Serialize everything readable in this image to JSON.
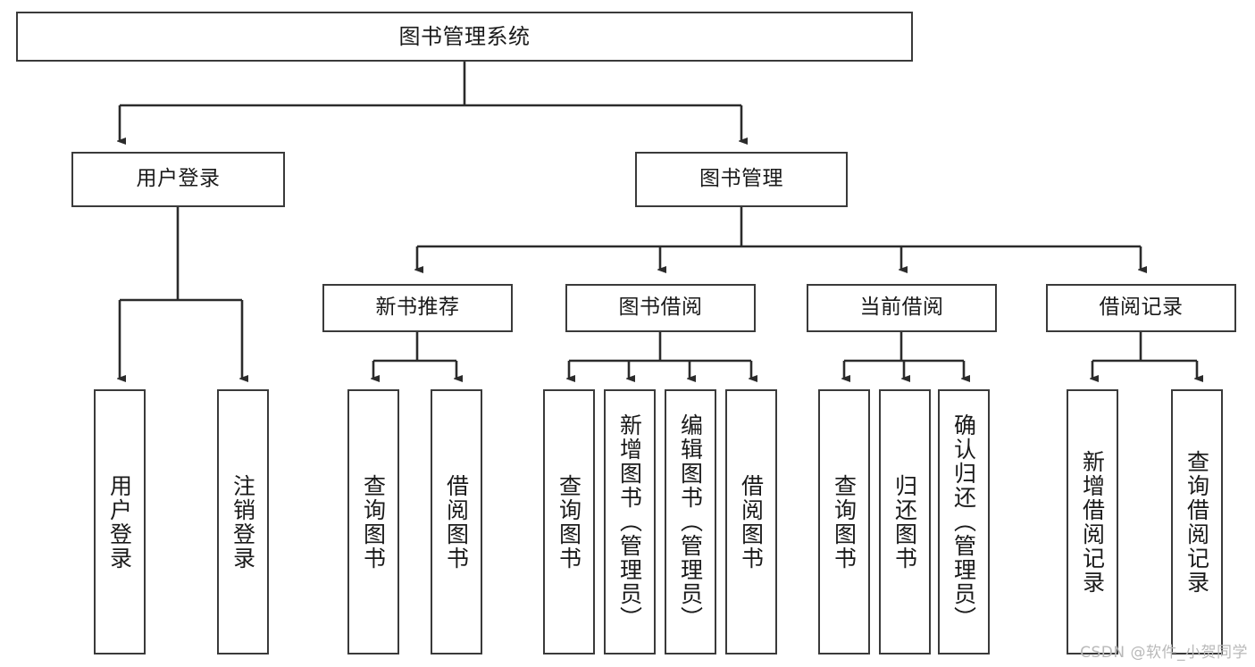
{
  "diagram": {
    "title": "图书管理系统",
    "type": "tree-hierarchy",
    "watermark": "CSDN @软件_小贺同学",
    "colors": {
      "border": "#3a3a3a",
      "background": "#ffffff",
      "text": "#1a1a1a",
      "edge": "#2b2b2b",
      "watermark": "#b9b9b9"
    },
    "levels": {
      "root": {
        "label": "图书管理系统"
      },
      "level2": [
        {
          "label": "用户登录"
        },
        {
          "label": "图书管理"
        }
      ],
      "level3": [
        {
          "label": "新书推荐"
        },
        {
          "label": "图书借阅"
        },
        {
          "label": "当前借阅"
        },
        {
          "label": "借阅记录"
        }
      ],
      "leaves": [
        {
          "label": "用户登录",
          "parent": "用户登录"
        },
        {
          "label": "注销登录",
          "parent": "用户登录"
        },
        {
          "label": "查询图书",
          "parent": "新书推荐"
        },
        {
          "label": "借阅图书",
          "parent": "新书推荐"
        },
        {
          "label": "查询图书",
          "parent": "图书借阅"
        },
        {
          "label": "新增图书（管理员）",
          "parent": "图书借阅"
        },
        {
          "label": "编辑图书（管理员）",
          "parent": "图书借阅"
        },
        {
          "label": "借阅图书",
          "parent": "图书借阅"
        },
        {
          "label": "查询图书",
          "parent": "当前借阅"
        },
        {
          "label": "归还图书",
          "parent": "当前借阅"
        },
        {
          "label": "确认归还（管理员）",
          "parent": "当前借阅"
        },
        {
          "label": "新增借阅记录",
          "parent": "借阅记录"
        },
        {
          "label": "查询借阅记录",
          "parent": "借阅记录"
        }
      ]
    }
  }
}
